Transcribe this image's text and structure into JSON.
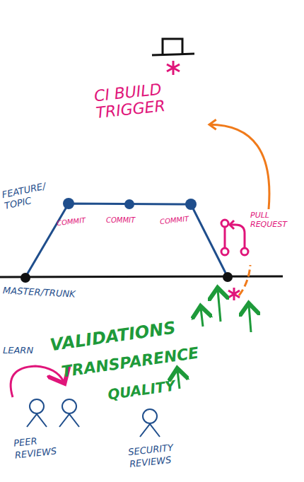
{
  "diagram": {
    "nodes": [
      {
        "text": [
          "CI BUILD TRIGGER"
        ]
      },
      {
        "text": [
          "PULL REQUEST"
        ]
      }
    ],
    "edges": [
      {
        "from": 1,
        "to": 0,
        "arrow": "to"
      }
    ],
    "labels": [
      "FEATURE/ TOPIC",
      "COMMIT",
      "COMMIT",
      "COMMIT",
      "MASTER/TRUNK",
      "VALIDATIONS",
      "TRANSPARENCE",
      "QUALITY",
      "LEARN",
      "PEER REVIEWS",
      "SECURITY REVIEWS"
    ]
  }
}
